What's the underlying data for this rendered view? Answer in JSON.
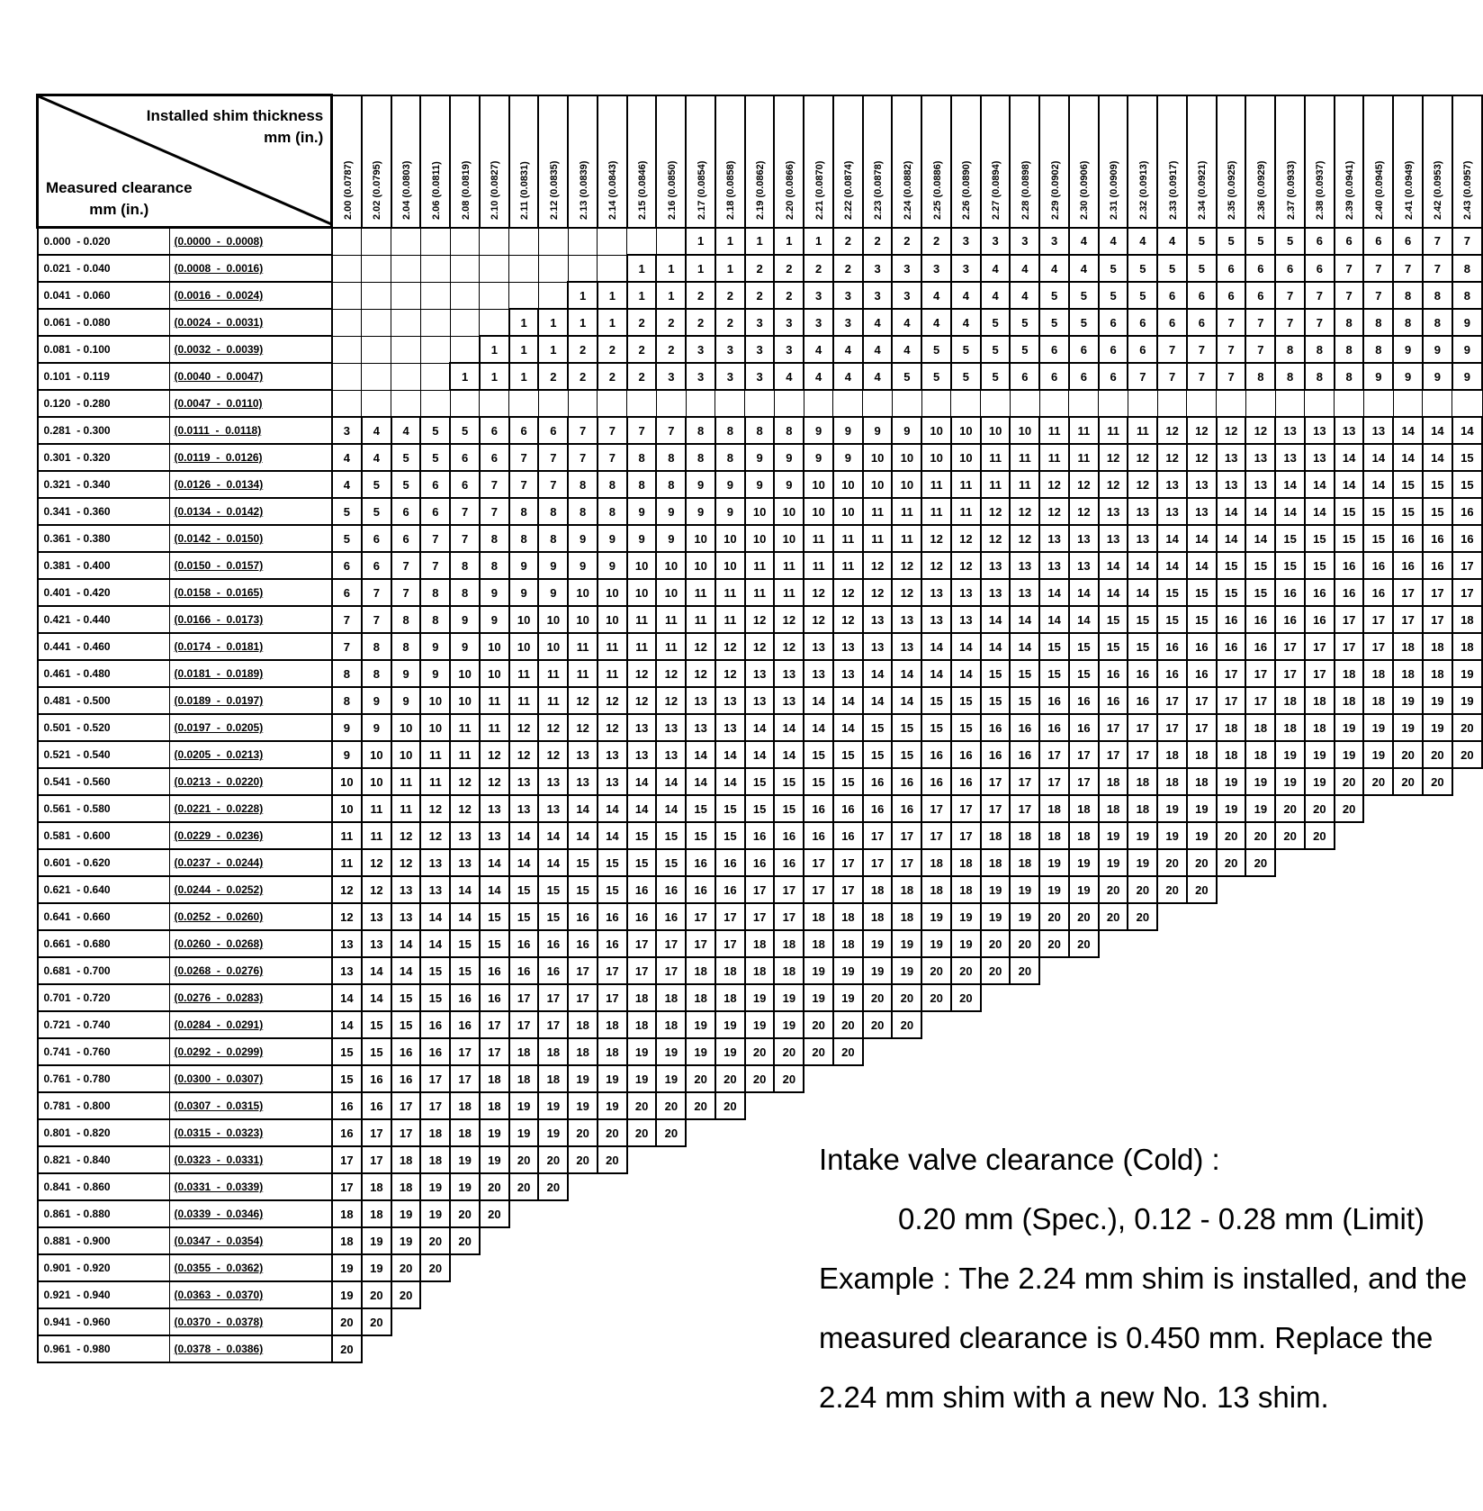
{
  "table": {
    "corner_top_line1": "Installed shim thickness",
    "corner_top_line2": "mm (in.)",
    "corner_bottom_line1": "Measured clearance",
    "corner_bottom_line2": "mm (in.)",
    "columns": [
      "2.00 (0.0787)",
      "2.02 (0.0795)",
      "2.04 (0.0803)",
      "2.06 (0.0811)",
      "2.08 (0.0819)",
      "2.10 (0.0827)",
      "2.11 (0.0831)",
      "2.12 (0.0835)",
      "2.13 (0.0839)",
      "2.14 (0.0843)",
      "2.15 (0.0846)",
      "2.16 (0.0850)",
      "2.17 (0.0854)",
      "2.18 (0.0858)",
      "2.19 (0.0862)",
      "2.20 (0.0866)",
      "2.21 (0.0870)",
      "2.22 (0.0874)",
      "2.23 (0.0878)",
      "2.24 (0.0882)",
      "2.25 (0.0886)",
      "2.26 (0.0890)",
      "2.27 (0.0894)",
      "2.28 (0.0898)",
      "2.29 (0.0902)",
      "2.30 (0.0906)",
      "2.31 (0.0909)",
      "2.32 (0.0913)",
      "2.33 (0.0917)",
      "2.34 (0.0921)",
      "2.35 (0.0925)",
      "2.36 (0.0929)",
      "2.37 (0.0933)",
      "2.38 (0.0937)",
      "2.39 (0.0941)",
      "2.40 (0.0945)",
      "2.41 (0.0949)",
      "2.42 (0.0953)",
      "2.43 (0.0957)"
    ],
    "rows": [
      {
        "mm": "0.000  - 0.020",
        "inch": "(0.0000  -  0.0008)",
        "cells": "- - - - - - - - - - - - 1 1 1 1 1 2 2 2 2 3 3 3 3 4 4 4 4 5 5 5 5 6 6 6 6 7 7"
      },
      {
        "mm": "0.021  - 0.040",
        "inch": "(0.0008  -  0.0016)",
        "cells": "- - - - - - - - - - 1 1 1 1 2 2 2 2 3 3 3 3 4 4 4 4 5 5 5 5 6 6 6 6 7 7 7 7 8"
      },
      {
        "mm": "0.041  - 0.060",
        "inch": "(0.0016  -  0.0024)",
        "cells": "- - - - - - - - 1 1 1 1 2 2 2 2 3 3 3 3 4 4 4 4 5 5 5 5 6 6 6 6 7 7 7 7 8 8 8"
      },
      {
        "mm": "0.061  - 0.080",
        "inch": "(0.0024  -  0.0031)",
        "cells": "- - - - - - 1 1 1 1 2 2 2 2 3 3 3 3 4 4 4 4 5 5 5 5 6 6 6 6 7 7 7 7 8 8 8 8 9"
      },
      {
        "mm": "0.081  - 0.100",
        "inch": "(0.0032  -  0.0039)",
        "cells": "- - - - - 1 1 1 2 2 2 2 3 3 3 3 4 4 4 4 5 5 5 5 6 6 6 6 7 7 7 7 8 8 8 8 9 9 9"
      },
      {
        "mm": "0.101  - 0.119",
        "inch": "(0.0040  -  0.0047)",
        "cells": "- - - - 1 1 1 2 2 2 2 3 3 3 3 4 4 4 4 5 5 5 5 6 6 6 6 7 7 7 7 8 8 8 8 9 9 9 9"
      },
      {
        "mm": "0.120  - 0.280",
        "inch": "(0.0047  -  0.0110)",
        "cells": "- - - - - - - - - - - - - - - - - - - - - - - - - - - - - - - - - - - - - - -"
      },
      {
        "mm": "0.281  - 0.300",
        "inch": "(0.0111  -  0.0118)",
        "cells": "3 4 4 5 5 6 6 6 7 7 7 7 8 8 8 8 9 9 9 9 10 10 10 10 11 11 11 11 12 12 12 12 13 13 13 13 14 14 14"
      },
      {
        "mm": "0.301  - 0.320",
        "inch": "(0.0119  -  0.0126)",
        "cells": "4 4 5 5 6 6 7 7 7 7 8 8 8 8 9 9 9 9 10 10 10 10 11 11 11 11 12 12 12 12 13 13 13 13 14 14 14 14 15"
      },
      {
        "mm": "0.321  - 0.340",
        "inch": "(0.0126  -  0.0134)",
        "cells": "4 5 5 6 6 7 7 7 8 8 8 8 9 9 9 9 10 10 10 10 11 11 11 11 12 12 12 12 13 13 13 13 14 14 14 14 15 15 15"
      },
      {
        "mm": "0.341  - 0.360",
        "inch": "(0.0134  -  0.0142)",
        "cells": "5 5 6 6 7 7 8 8 8 8 9 9 9 9 10 10 10 10 11 11 11 11 12 12 12 12 13 13 13 13 14 14 14 14 15 15 15 15 16"
      },
      {
        "mm": "0.361  - 0.380",
        "inch": "(0.0142  -  0.0150)",
        "cells": "5 6 6 7 7 8 8 8 9 9 9 9 10 10 10 10 11 11 11 11 12 12 12 12 13 13 13 13 14 14 14 14 15 15 15 15 16 16 16"
      },
      {
        "mm": "0.381  - 0.400",
        "inch": "(0.0150  -  0.0157)",
        "cells": "6 6 7 7 8 8 9 9 9 9 10 10 10 10 11 11 11 11 12 12 12 12 13 13 13 13 14 14 14 14 15 15 15 15 16 16 16 16 17"
      },
      {
        "mm": "0.401  - 0.420",
        "inch": "(0.0158  -  0.0165)",
        "cells": "6 7 7 8 8 9 9 9 10 10 10 10 11 11 11 11 12 12 12 12 13 13 13 13 14 14 14 14 15 15 15 15 16 16 16 16 17 17 17"
      },
      {
        "mm": "0.421  - 0.440",
        "inch": "(0.0166  -  0.0173)",
        "cells": "7 7 8 8 9 9 10 10 10 10 11 11 11 11 12 12 12 12 13 13 13 13 14 14 14 14 15 15 15 15 16 16 16 16 17 17 17 17 18"
      },
      {
        "mm": "0.441  - 0.460",
        "inch": "(0.0174  -  0.0181)",
        "cells": "7 8 8 9 9 10 10 10 11 11 11 11 12 12 12 12 13 13 13 13 14 14 14 14 15 15 15 15 16 16 16 16 17 17 17 17 18 18 18"
      },
      {
        "mm": "0.461  - 0.480",
        "inch": "(0.0181  -  0.0189)",
        "cells": "8 8 9 9 10 10 11 11 11 11 12 12 12 12 13 13 13 13 14 14 14 14 15 15 15 15 16 16 16 16 17 17 17 17 18 18 18 18 19"
      },
      {
        "mm": "0.481  - 0.500",
        "inch": "(0.0189  -  0.0197)",
        "cells": "8 9 9 10 10 11 11 11 12 12 12 12 13 13 13 13 14 14 14 14 15 15 15 15 16 16 16 16 17 17 17 17 18 18 18 18 19 19 19"
      },
      {
        "mm": "0.501  - 0.520",
        "inch": "(0.0197  -  0.0205)",
        "cells": "9 9 10 10 11 11 12 12 12 12 13 13 13 13 14 14 14 14 15 15 15 15 16 16 16 16 17 17 17 17 18 18 18 18 19 19 19 19 20"
      },
      {
        "mm": "0.521  - 0.540",
        "inch": "(0.0205  -  0.0213)",
        "cells": "9 10 10 11 11 12 12 12 13 13 13 13 14 14 14 14 15 15 15 15 16 16 16 16 17 17 17 17 18 18 18 18 19 19 19 19 20 20 20"
      },
      {
        "mm": "0.541  - 0.560",
        "inch": "(0.0213  -  0.0220)",
        "cells": "10 10 11 11 12 12 13 13 13 13 14 14 14 14 15 15 15 15 16 16 16 16 17 17 17 17 18 18 18 18 19 19 19 19 20 20 20 20 x"
      },
      {
        "mm": "0.561  - 0.580",
        "inch": "(0.0221  -  0.0228)",
        "cells": "10 11 11 12 12 13 13 13 14 14 14 14 15 15 15 15 16 16 16 16 17 17 17 17 18 18 18 18 19 19 19 19 20 20 20 x x x x"
      },
      {
        "mm": "0.581  - 0.600",
        "inch": "(0.0229  -  0.0236)",
        "cells": "11 11 12 12 13 13 14 14 14 14 15 15 15 15 16 16 16 16 17 17 17 17 18 18 18 18 19 19 19 19 20 20 20 20 x x x x x"
      },
      {
        "mm": "0.601  - 0.620",
        "inch": "(0.0237  -  0.0244)",
        "cells": "11 12 12 13 13 14 14 14 15 15 15 15 16 16 16 16 17 17 17 17 18 18 18 18 19 19 19 19 20 20 20 20 x x x x x x x"
      },
      {
        "mm": "0.621  - 0.640",
        "inch": "(0.0244  -  0.0252)",
        "cells": "12 12 13 13 14 14 15 15 15 15 16 16 16 16 17 17 17 17 18 18 18 18 19 19 19 19 20 20 20 20 x x x x x x x x x"
      },
      {
        "mm": "0.641  - 0.660",
        "inch": "(0.0252  -  0.0260)",
        "cells": "12 13 13 14 14 15 15 15 16 16 16 16 17 17 17 17 18 18 18 18 19 19 19 19 20 20 20 20 x x x x x x x x x x x"
      },
      {
        "mm": "0.661  - 0.680",
        "inch": "(0.0260  -  0.0268)",
        "cells": "13 13 14 14 15 15 16 16 16 16 17 17 17 17 18 18 18 18 19 19 19 19 20 20 20 20 x x x x x x x x x x x x x"
      },
      {
        "mm": "0.681  - 0.700",
        "inch": "(0.0268  -  0.0276)",
        "cells": "13 14 14 15 15 16 16 16 17 17 17 17 18 18 18 18 19 19 19 19 20 20 20 20 x x x x x x x x x x x x x x x"
      },
      {
        "mm": "0.701  - 0.720",
        "inch": "(0.0276  -  0.0283)",
        "cells": "14 14 15 15 16 16 17 17 17 17 18 18 18 18 19 19 19 19 20 20 20 20 x x x x x x x x x x x x x x x x x"
      },
      {
        "mm": "0.721  - 0.740",
        "inch": "(0.0284  -  0.0291)",
        "cells": "14 15 15 16 16 17 17 17 18 18 18 18 19 19 19 19 20 20 20 20 x x x x x x x x x x x x x x x x x x x"
      },
      {
        "mm": "0.741  - 0.760",
        "inch": "(0.0292  -  0.0299)",
        "cells": "15 15 16 16 17 17 18 18 18 18 19 19 19 19 20 20 20 20 x x x x x x x x x x x x x x x x x x x x x"
      },
      {
        "mm": "0.761  - 0.780",
        "inch": "(0.0300  -  0.0307)",
        "cells": "15 16 16 17 17 18 18 18 19 19 19 19 20 20 20 20 x x x x x x x x x x x x x x x x x x x x x x x"
      },
      {
        "mm": "0.781  - 0.800",
        "inch": "(0.0307  -  0.0315)",
        "cells": "16 16 17 17 18 18 19 19 19 19 20 20 20 20 x x x x x x x x x x x x x x x x x x x x x x x x x"
      },
      {
        "mm": "0.801  - 0.820",
        "inch": "(0.0315  -  0.0323)",
        "cells": "16 17 17 18 18 19 19 19 20 20 20 20 x x x x x x x x x x x x x x x x x x x x x x x x x x x"
      },
      {
        "mm": "0.821  - 0.840",
        "inch": "(0.0323  -  0.0331)",
        "cells": "17 17 18 18 19 19 20 20 20 20 x x x x x x x x x x x x x x x x x x x x x x x x x x x x x"
      },
      {
        "mm": "0.841  - 0.860",
        "inch": "(0.0331  -  0.0339)",
        "cells": "17 18 18 19 19 20 20 20 x x x x x x x x x x x x x x x x x x x x x x x x x x x x x x x"
      },
      {
        "mm": "0.861  - 0.880",
        "inch": "(0.0339  -  0.0346)",
        "cells": "18 18 19 19 20 20 x x x x x x x x x x x x x x x x x x x x x x x x x x x x x x x x x"
      },
      {
        "mm": "0.881  - 0.900",
        "inch": "(0.0347  -  0.0354)",
        "cells": "18 19 19 20 20 x x x x x x x x x x x x x x x x x x x x x x x x x x x x x x x x x x"
      },
      {
        "mm": "0.901  - 0.920",
        "inch": "(0.0355  -  0.0362)",
        "cells": "19 19 20 20 x x x x x x x x x x x x x x x x x x x x x x x x x x x x x x x x x x x"
      },
      {
        "mm": "0.921  - 0.940",
        "inch": "(0.0363  -  0.0370)",
        "cells": "19 20 20 x x x x x x x x x x x x x x x x x x x x x x x x x x x x x x x x x x x x"
      },
      {
        "mm": "0.941  - 0.960",
        "inch": "(0.0370  -  0.0378)",
        "cells": "20 20 x x x x x x x x x x x x x x x x x x x x x x x x x x x x x x x x x x x x x"
      },
      {
        "mm": "0.961  - 0.980",
        "inch": "(0.0378  -  0.0386)",
        "cells": "20 x x x x x x x x x x x x x x x x x x x x x x x x x x x x x x x x x x x x x x"
      }
    ]
  },
  "note": {
    "line1": "Intake valve clearance (Cold) :",
    "line2": "0.20 mm (Spec.), 0.12 - 0.28 mm (Limit)",
    "line3": "Example : The 2.24 mm shim is installed, and the",
    "line4": "measured clearance is 0.450 mm. Replace the",
    "line5": "2.24 mm shim with a new No. 13 shim."
  }
}
